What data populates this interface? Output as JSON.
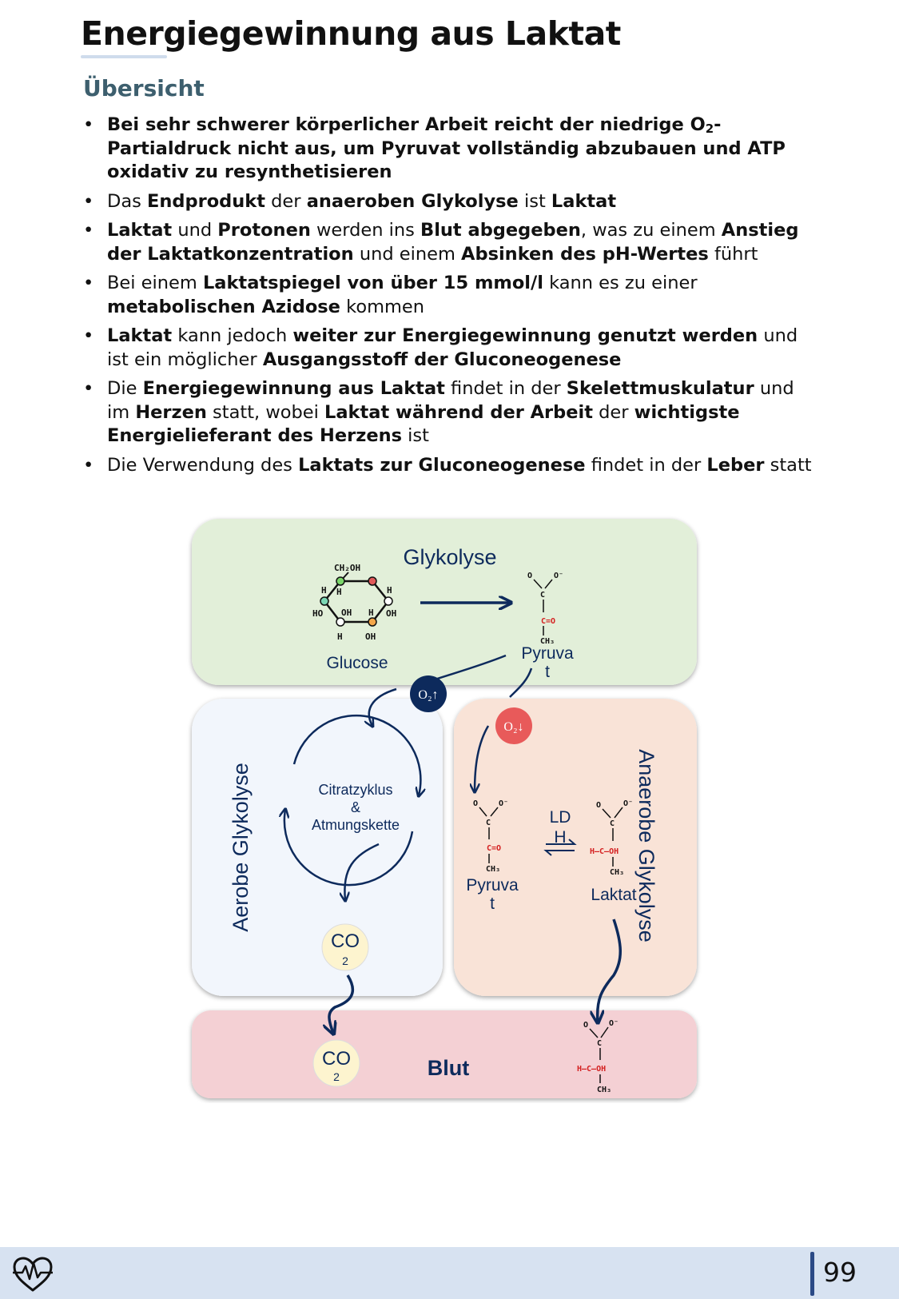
{
  "title": "Energiegewinnung aus Laktat",
  "subtitle": "Übersicht",
  "bullets": [
    [
      {
        "t": "Bei sehr schwerer körperlicher Arbeit reicht der niedrige O",
        "b": true
      },
      {
        "t": "2",
        "b": true,
        "sub": true
      },
      {
        "t": "-Partialdruck nicht aus, um Pyruvat vollständig abzubauen und ATP oxidativ zu resynthetisieren",
        "b": true
      }
    ],
    [
      {
        "t": "Das "
      },
      {
        "t": "Endprodukt",
        "b": true
      },
      {
        "t": " der "
      },
      {
        "t": "anaeroben Glykolyse",
        "b": true
      },
      {
        "t": " ist "
      },
      {
        "t": "Laktat",
        "b": true
      }
    ],
    [
      {
        "t": "Laktat",
        "b": true
      },
      {
        "t": " und "
      },
      {
        "t": "Protonen",
        "b": true
      },
      {
        "t": " werden ins "
      },
      {
        "t": "Blut abgegeben",
        "b": true
      },
      {
        "t": ", was zu einem "
      },
      {
        "t": "Anstieg der Laktatkonzentration",
        "b": true
      },
      {
        "t": " und einem "
      },
      {
        "t": "Absinken des pH-Wertes",
        "b": true
      },
      {
        "t": " führt"
      }
    ],
    [
      {
        "t": "Bei einem "
      },
      {
        "t": "Laktatspiegel von über 15 mmol/l",
        "b": true
      },
      {
        "t": " kann es zu einer "
      },
      {
        "t": "metabolischen Azidose",
        "b": true
      },
      {
        "t": " kommen"
      }
    ],
    [
      {
        "t": "Laktat",
        "b": true
      },
      {
        "t": " kann jedoch "
      },
      {
        "t": "weiter zur Energiegewinnung genutzt werden",
        "b": true
      },
      {
        "t": " und ist ein möglicher "
      },
      {
        "t": "Ausgangsstoff der Gluconeogenese",
        "b": true
      }
    ],
    [
      {
        "t": "Die "
      },
      {
        "t": "Energiegewinnung aus Laktat",
        "b": true
      },
      {
        "t": " findet in der "
      },
      {
        "t": "Skelettmuskulatur",
        "b": true
      },
      {
        "t": " und im "
      },
      {
        "t": "Herzen",
        "b": true
      },
      {
        "t": " statt, wobei "
      },
      {
        "t": "Laktat während der Arbeit",
        "b": true
      },
      {
        "t": " der "
      },
      {
        "t": "wichtigste Energielieferant des Herzens",
        "b": true
      },
      {
        "t": " ist"
      }
    ],
    [
      {
        "t": "Die Verwendung des "
      },
      {
        "t": "Laktats zur Gluconeogenese",
        "b": true
      },
      {
        "t": " findet in der "
      },
      {
        "t": "Leber",
        "b": true
      },
      {
        "t": " statt"
      }
    ]
  ],
  "bullet_symbol": "•",
  "diagram": {
    "glykolyse": "Glykolyse",
    "glucose": "Glucose",
    "pyruvat_top": [
      "Pyruva",
      "t"
    ],
    "o2_up": "O₂↑",
    "o2_down": "O₂↓",
    "aerobe": "Aerobe Glykolyse",
    "anaerobe": "Anaerobe Glykolyse",
    "citrat": [
      "Citratzyklus",
      "&",
      "Atmungskette"
    ],
    "co2_main": "CO",
    "co2_sub": "2",
    "pyruvat_right": [
      "Pyruva",
      "t"
    ],
    "ldh": [
      "LD",
      "H"
    ],
    "laktat": "Laktat",
    "blut": "Blut",
    "chem": {
      "ch2oh": "CH₂OH",
      "h": "H",
      "ho": "HO",
      "oh": "OH",
      "o": "O",
      "o_minus": "O⁻",
      "c": "C",
      "c_eq_o": "C=O",
      "ch3": "CH₃",
      "h_c_oh": "H—C—OH"
    }
  },
  "footer": {
    "page_number": "99"
  },
  "colors": {
    "glykolyse_bg": "#e2efd9",
    "aerobe_bg": "#f2f6fc",
    "anaerobe_bg": "#f9e3d7",
    "blut_bg": "#f4d0d4",
    "navy": "#0d2a5c",
    "o2_down": "#e85a5a",
    "co2_circle": "#fdf4cf",
    "footer_bg": "#d7e2f1"
  }
}
